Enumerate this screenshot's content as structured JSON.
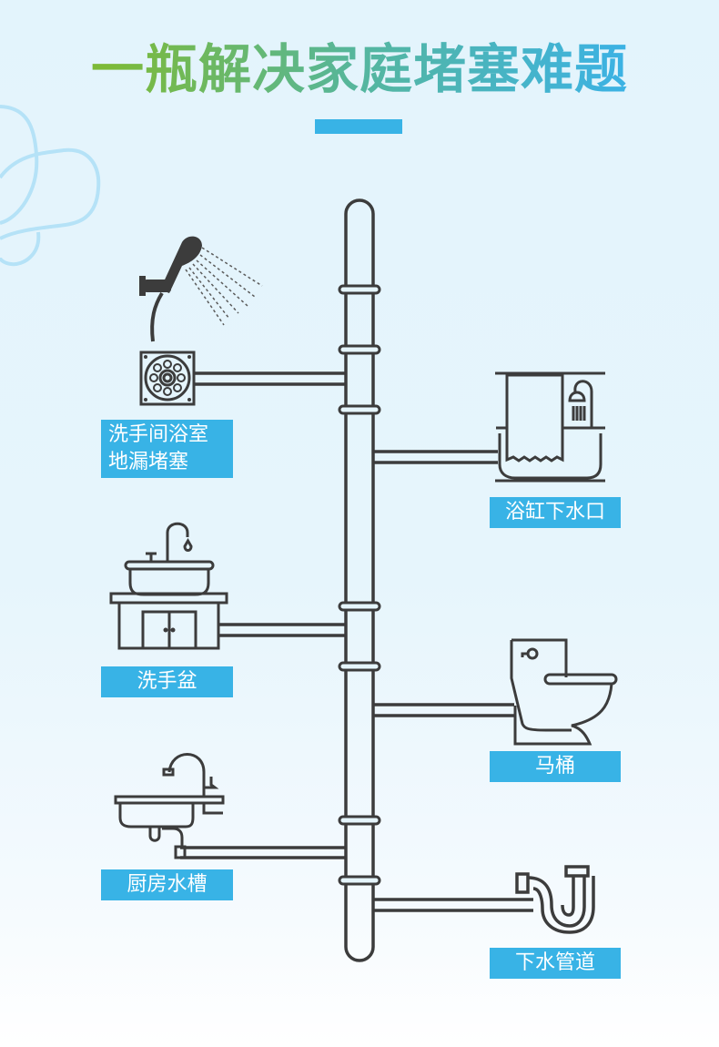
{
  "title": "一瓶解决家庭堵塞难题",
  "colors": {
    "title_gradient_start": "#7dba38",
    "title_gradient_end": "#3bb2e6",
    "accent": "#38b3e6",
    "line": "#3c3c3c",
    "decor": "#b5e2f7"
  },
  "locations": [
    {
      "id": "floor-drain",
      "icon": "shower-drain-icon",
      "label_lines": [
        "洗手间浴室",
        "地漏堵塞"
      ],
      "side": "left"
    },
    {
      "id": "bathtub",
      "icon": "bathtub-icon",
      "label_lines": [
        "浴缸下水口"
      ],
      "side": "right"
    },
    {
      "id": "washbasin",
      "icon": "washbasin-icon",
      "label_lines": [
        "洗手盆"
      ],
      "side": "left"
    },
    {
      "id": "toilet",
      "icon": "toilet-icon",
      "label_lines": [
        "马桶"
      ],
      "side": "right"
    },
    {
      "id": "kitchen-sink",
      "icon": "kitchen-sink-icon",
      "label_lines": [
        "厨房水槽"
      ],
      "side": "left"
    },
    {
      "id": "drain-pipe",
      "icon": "p-trap-pipe-icon",
      "label_lines": [
        "下水管道"
      ],
      "side": "right"
    }
  ]
}
